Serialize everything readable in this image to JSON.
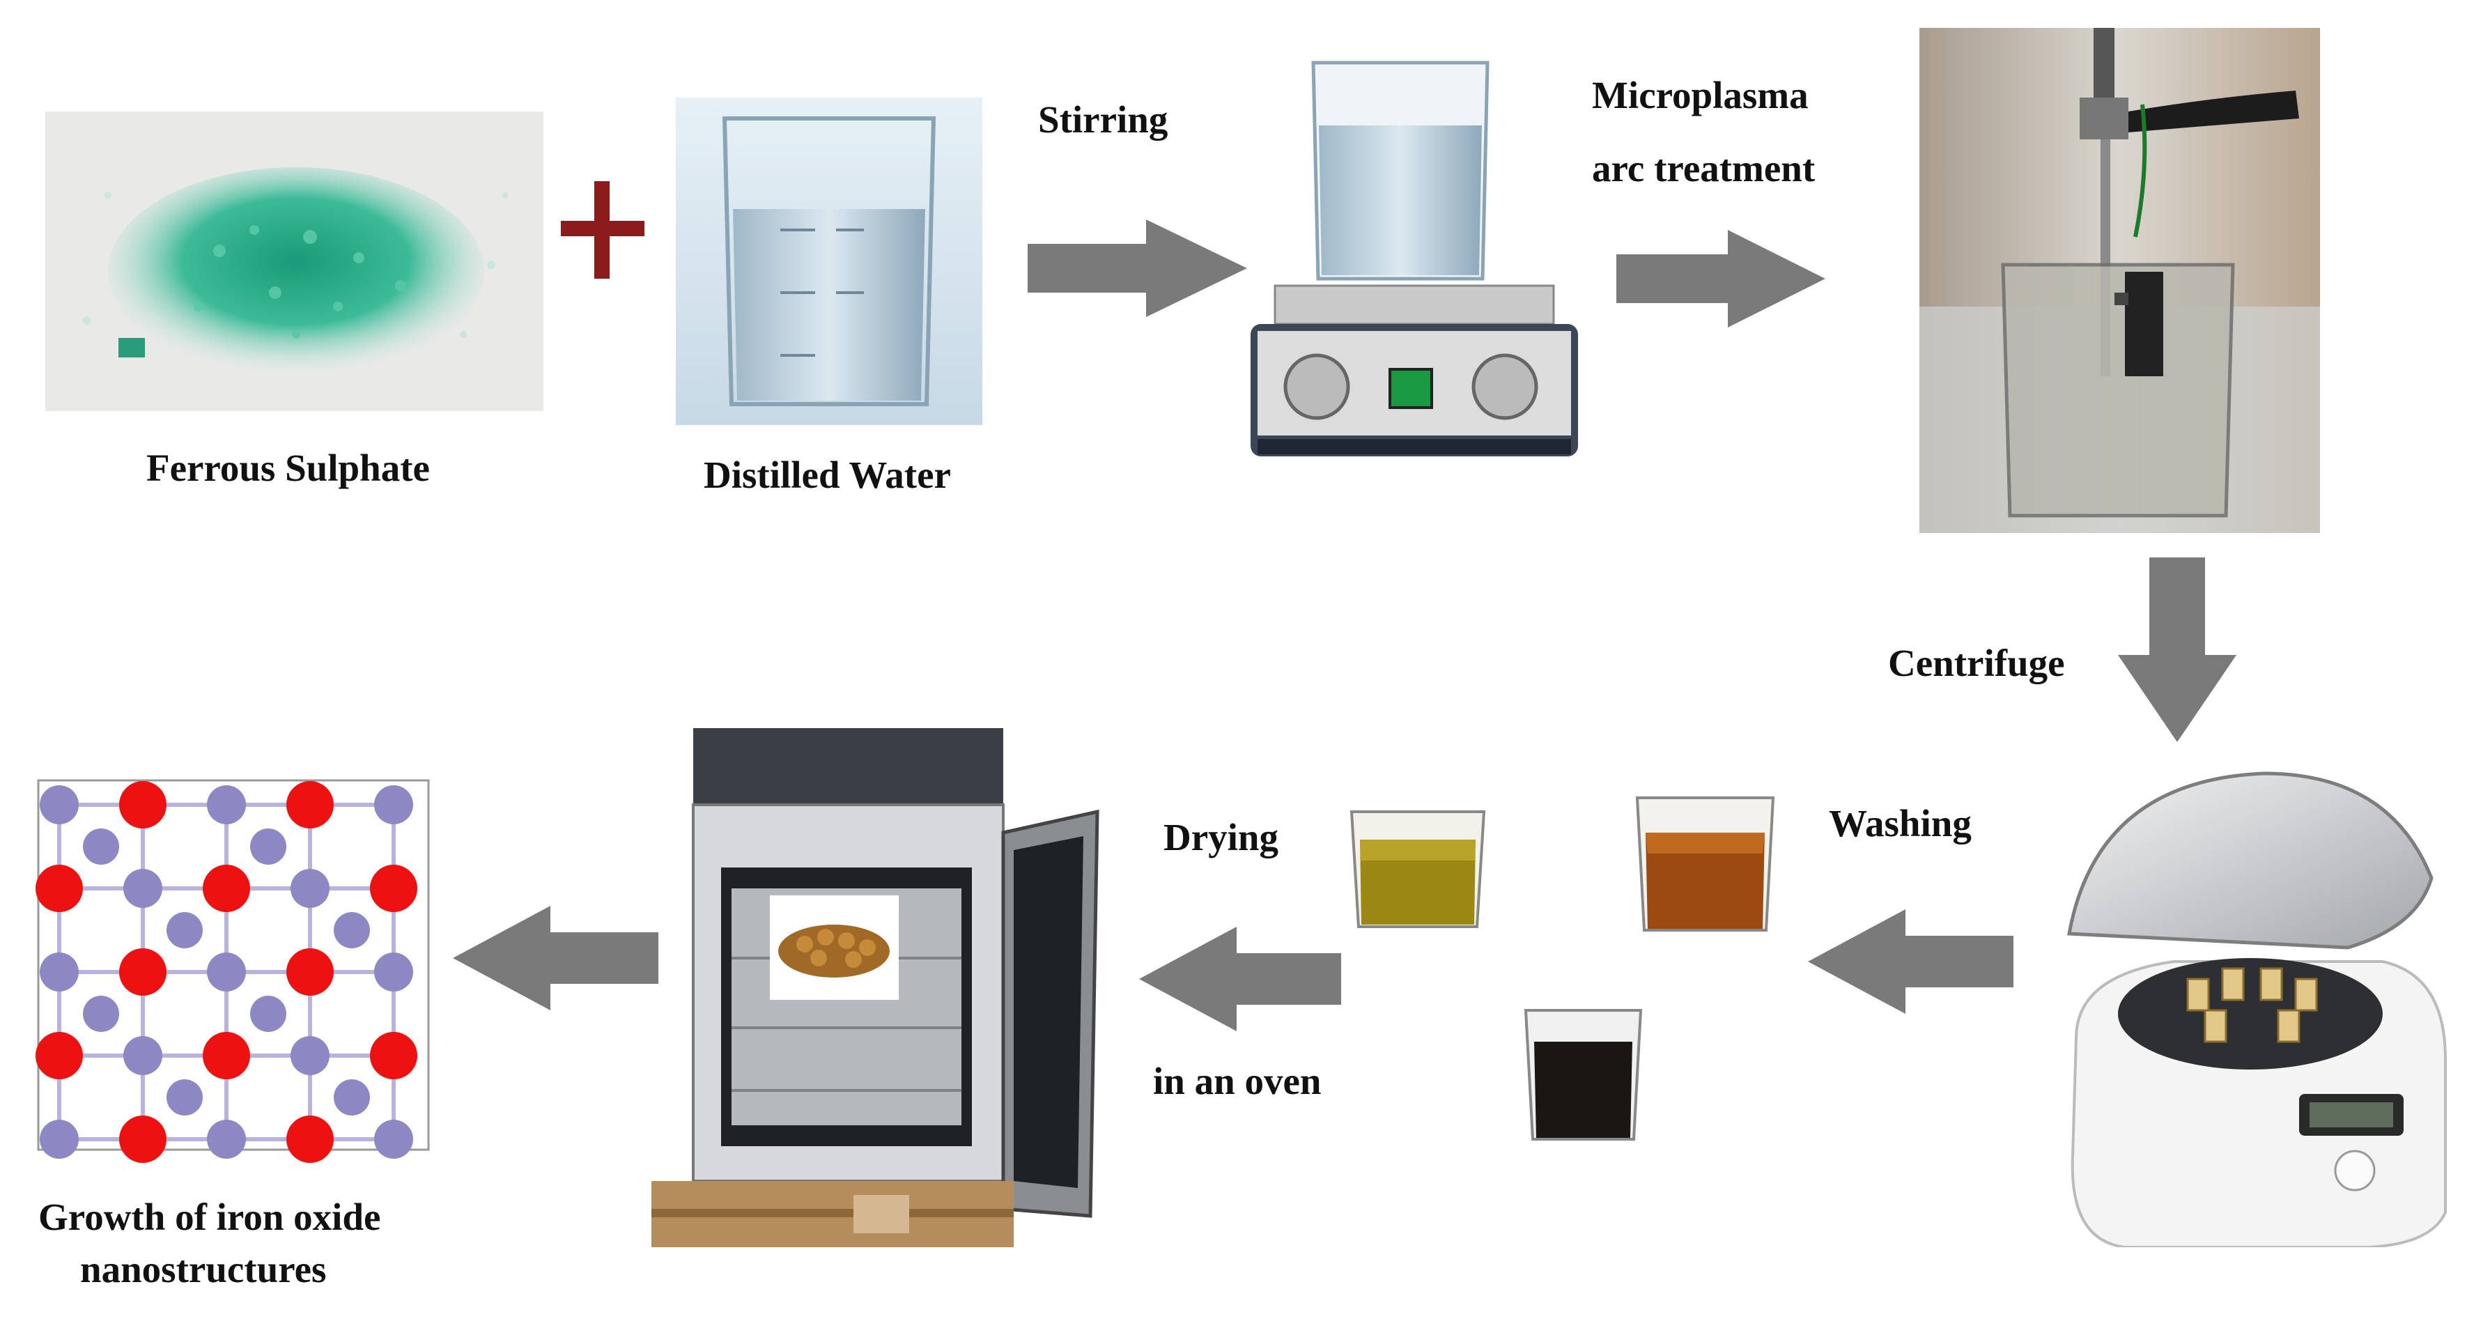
{
  "labels": {
    "ferrous_sulphate": "Ferrous Sulphate",
    "distilled_water": "Distilled Water",
    "stirring": "Stirring",
    "microplasma_line1": "Microplasma",
    "microplasma_line2": "arc treatment",
    "centrifuge": "Centrifuge",
    "washing": "Washing",
    "drying": "Drying",
    "in_an_oven": "in an oven",
    "growth_line1": "Growth of iron oxide",
    "growth_line2": "nanostructures"
  },
  "icons": {
    "plus": "plus-icon",
    "arrow": "arrow-icon"
  },
  "colors": {
    "arrow": "#7a7a7a",
    "plus": "#8b1a1a",
    "crystal": "#2fae8c",
    "iron_atom": "#ee1111",
    "oxygen_atom": "#8c88c4"
  }
}
